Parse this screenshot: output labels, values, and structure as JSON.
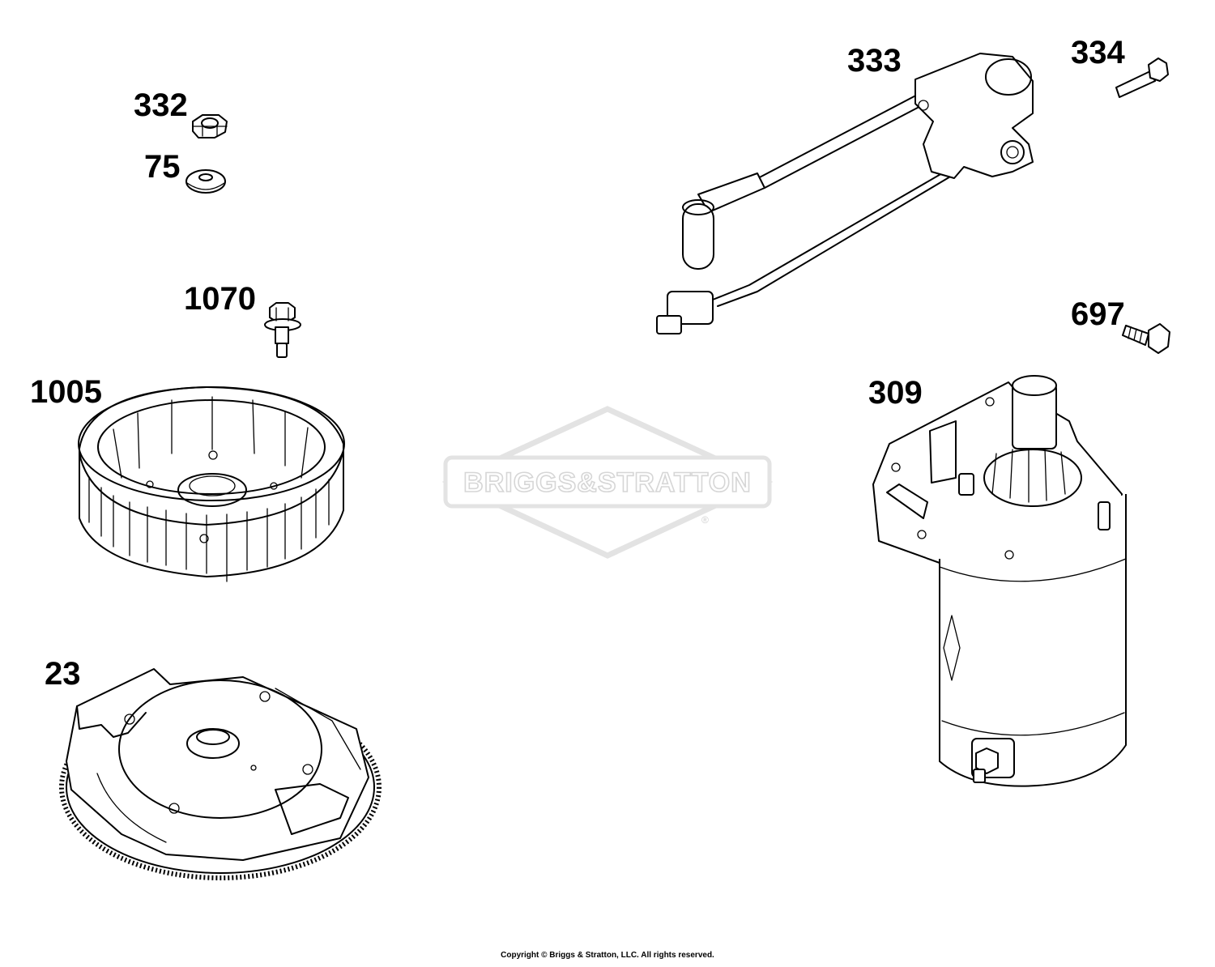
{
  "watermark": {
    "text": "BRIGGS&STRATTON",
    "registered_mark": "®"
  },
  "parts": [
    {
      "id": "p332",
      "label": "332",
      "icon": "hex-nut-icon"
    },
    {
      "id": "p75",
      "label": "75",
      "icon": "washer-icon"
    },
    {
      "id": "p1070",
      "label": "1070",
      "icon": "flange-bolt-icon"
    },
    {
      "id": "p1005",
      "label": "1005",
      "icon": "flywheel-fan-icon"
    },
    {
      "id": "p23",
      "label": "23",
      "icon": "flywheel-ring-gear-icon"
    },
    {
      "id": "p333",
      "label": "333",
      "icon": "ignition-armature-icon"
    },
    {
      "id": "p334",
      "label": "334",
      "icon": "screw-icon"
    },
    {
      "id": "p697",
      "label": "697",
      "icon": "hex-screw-icon"
    },
    {
      "id": "p309",
      "label": "309",
      "icon": "starter-motor-icon"
    }
  ],
  "footer": {
    "copyright": "Copyright © Briggs & Stratton, LLC. All rights reserved."
  }
}
